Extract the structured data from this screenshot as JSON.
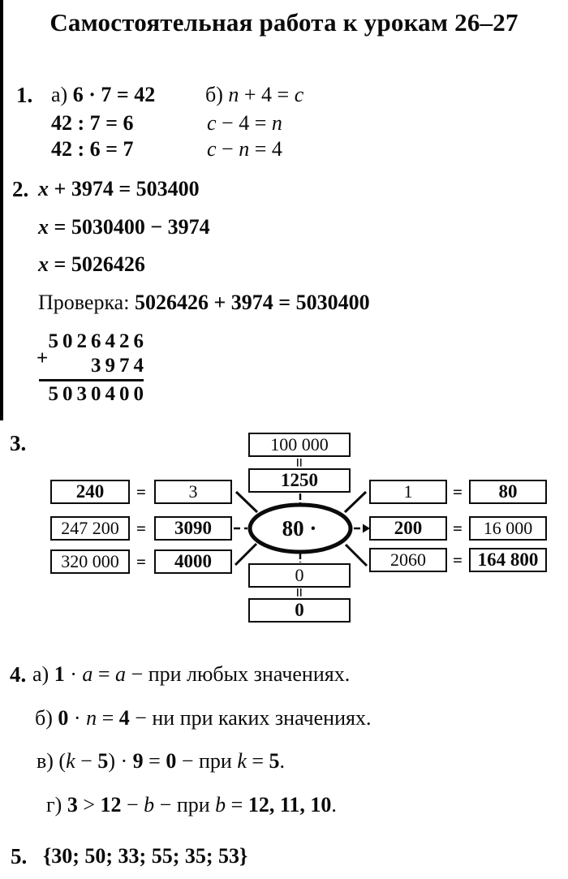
{
  "title": "Самостоятельная работа к урокам 26–27",
  "p1": {
    "number": "1.",
    "a": [
      [
        "а) ",
        {
          "t": "6 · 7 = 42"
        }
      ],
      [
        {
          "t": "42 : 7 = 6"
        }
      ],
      [
        {
          "t": "42 : 6 = 7"
        }
      ]
    ],
    "b": [
      [
        "б) ",
        [
          "n"
        ],
        " + 4 = ",
        [
          "c"
        ]
      ],
      [
        [
          "c"
        ],
        " − 4 = ",
        [
          "n"
        ]
      ],
      [
        [
          "c"
        ],
        " − ",
        [
          "n"
        ],
        " = 4"
      ]
    ]
  },
  "p2": {
    "number": "2.",
    "lines": [
      [
        [
          "x"
        ],
        " + 3974 = 503400"
      ],
      [
        [
          "x"
        ],
        " = 5030400 − 3974"
      ],
      [
        [
          "x"
        ],
        " = 5026426"
      ]
    ],
    "check": [
      "Проверка: ",
      {
        "t": "5026426 + 3974 = 5030400"
      }
    ],
    "addition": {
      "plus": "+",
      "addend1": "5026426",
      "addend2": "3974",
      "sum": "5030400"
    }
  },
  "p3": {
    "number": "3.",
    "center": "80 ·",
    "eq": "=",
    "top": {
      "outer": "100 000",
      "inner": "1250"
    },
    "bottom": {
      "inner": "0",
      "outer": "0"
    },
    "left": [
      {
        "outer": "240",
        "inner": "3"
      },
      {
        "outer": "247 200",
        "inner": "3090"
      },
      {
        "outer": "320 000",
        "inner": "4000"
      }
    ],
    "right": [
      {
        "inner": "1",
        "outer": "80"
      },
      {
        "inner": "200",
        "outer": "16 000"
      },
      {
        "inner": "2060",
        "outer": "164 800"
      }
    ]
  },
  "p4": {
    "number": "4.",
    "lines": [
      [
        "а) ",
        {
          "t": "1"
        },
        " · ",
        [
          "a"
        ],
        " = ",
        [
          "a"
        ],
        " − при любых значениях."
      ],
      [
        "б) ",
        {
          "t": "0"
        },
        " · ",
        [
          "n"
        ],
        " = ",
        {
          "t": "4"
        },
        " − ни при каких значениях."
      ],
      [
        "в) (",
        [
          "k"
        ],
        " − ",
        {
          "t": "5"
        },
        ") · ",
        {
          "t": "9"
        },
        " = ",
        {
          "t": "0"
        },
        " − при ",
        [
          "k"
        ],
        " = ",
        {
          "t": "5"
        },
        "."
      ],
      [
        "г) ",
        {
          "t": "3"
        },
        " > ",
        {
          "t": "12"
        },
        " − ",
        [
          "b"
        ],
        " − при ",
        [
          "b"
        ],
        " = ",
        {
          "t": "12, 11, 10"
        },
        "."
      ]
    ]
  },
  "p5": {
    "number": "5.",
    "set": "{30; 50; 33; 55; 35; 53}"
  }
}
